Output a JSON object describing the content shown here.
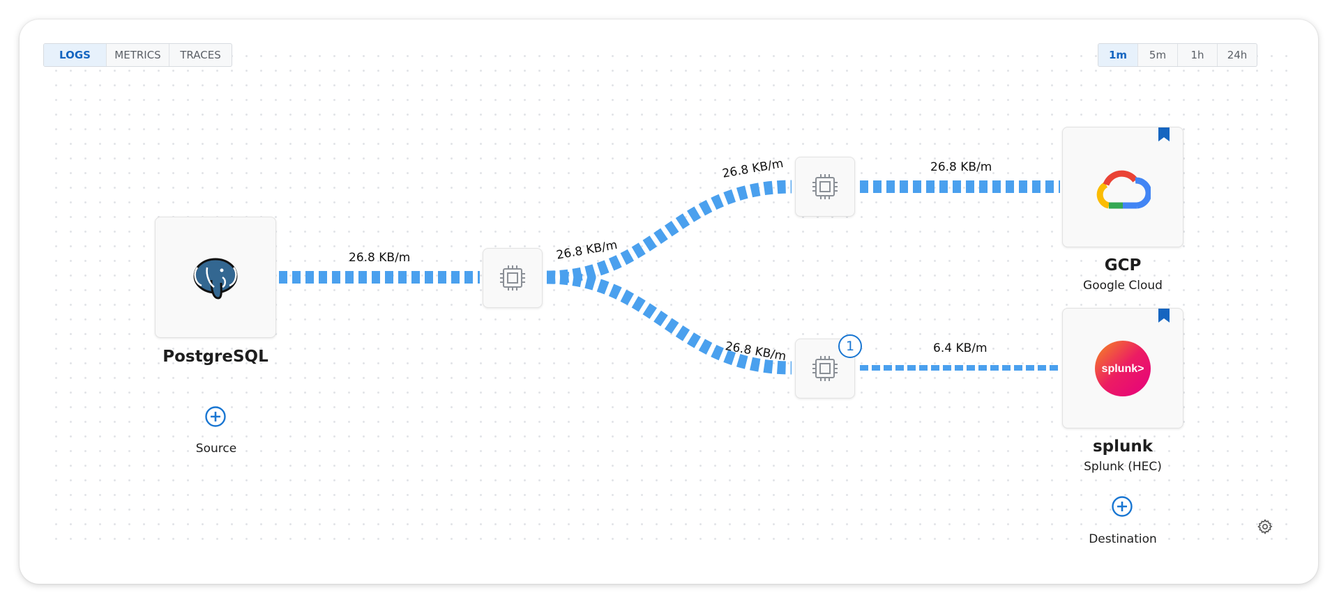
{
  "type_tabs": [
    {
      "label": "LOGS",
      "active": true
    },
    {
      "label": "METRICS",
      "active": false
    },
    {
      "label": "TRACES",
      "active": false
    }
  ],
  "time_ranges": [
    {
      "label": "1m",
      "active": true
    },
    {
      "label": "5m",
      "active": false
    },
    {
      "label": "1h",
      "active": false
    },
    {
      "label": "24h",
      "active": false
    }
  ],
  "source": {
    "name": "PostgreSQL",
    "icon": "postgresql-elephant-icon"
  },
  "add_source_label": "Source",
  "add_destination_label": "Destination",
  "destinations": [
    {
      "name": "GCP",
      "type": "Google Cloud",
      "icon": "google-cloud-icon",
      "bookmarked": true
    },
    {
      "name": "splunk",
      "type": "Splunk (HEC)",
      "icon": "splunk-logo-icon",
      "bookmarked": true
    }
  ],
  "flow_rates": {
    "source_to_processor": "26.8 KB/m",
    "processor_to_upper": "26.8 KB/m",
    "upper_branch": "26.8 KB/m",
    "lower_branch": "26.8 KB/m",
    "upper_to_gcp": "26.8 KB/m",
    "lower_to_splunk": "6.4 KB/m"
  },
  "processor_badge": "1",
  "colors": {
    "flow": "#4aa0ee",
    "accent": "#1976d2"
  }
}
